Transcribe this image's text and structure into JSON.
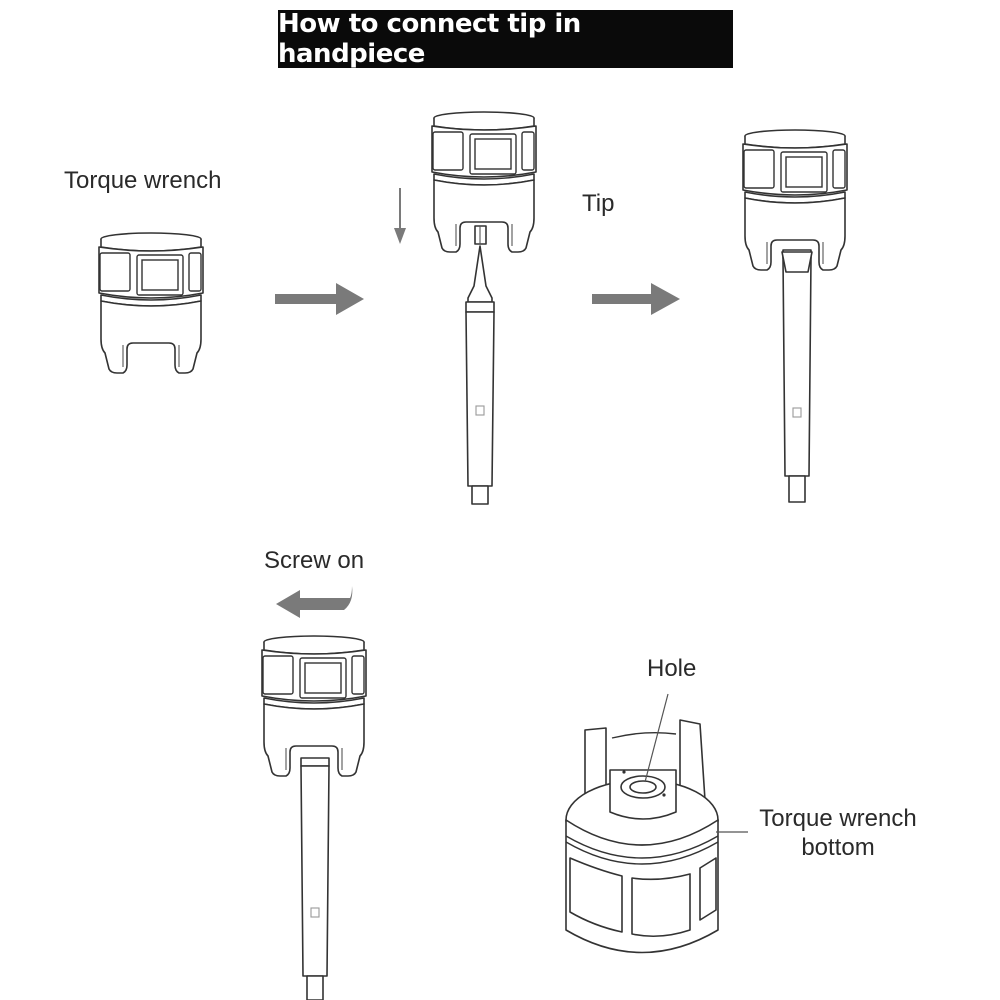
{
  "title": "How to connect tip in handpiece",
  "labels": {
    "torque_wrench": "Torque wrench",
    "tip": "Tip",
    "screw_on": "Screw on",
    "hole": "Hole",
    "torque_wrench_bottom_line1": "Torque wrench",
    "torque_wrench_bottom_line2": "bottom"
  },
  "steps": [
    {
      "id": 1,
      "description": "Torque wrench shown alone"
    },
    {
      "id": 2,
      "description": "Torque wrench lowered onto tip inserted in handpiece"
    },
    {
      "id": 3,
      "description": "Torque wrench seated on handpiece"
    },
    {
      "id": 4,
      "description": "Screw on (rotate counter-clockwise arrow)"
    },
    {
      "id": 5,
      "description": "Torque wrench bottom view with hole"
    }
  ],
  "colors": {
    "title_background": "#0a0a0a",
    "title_text": "#ffffff",
    "arrow": "#7a7a7a",
    "line_art": "#333333"
  }
}
